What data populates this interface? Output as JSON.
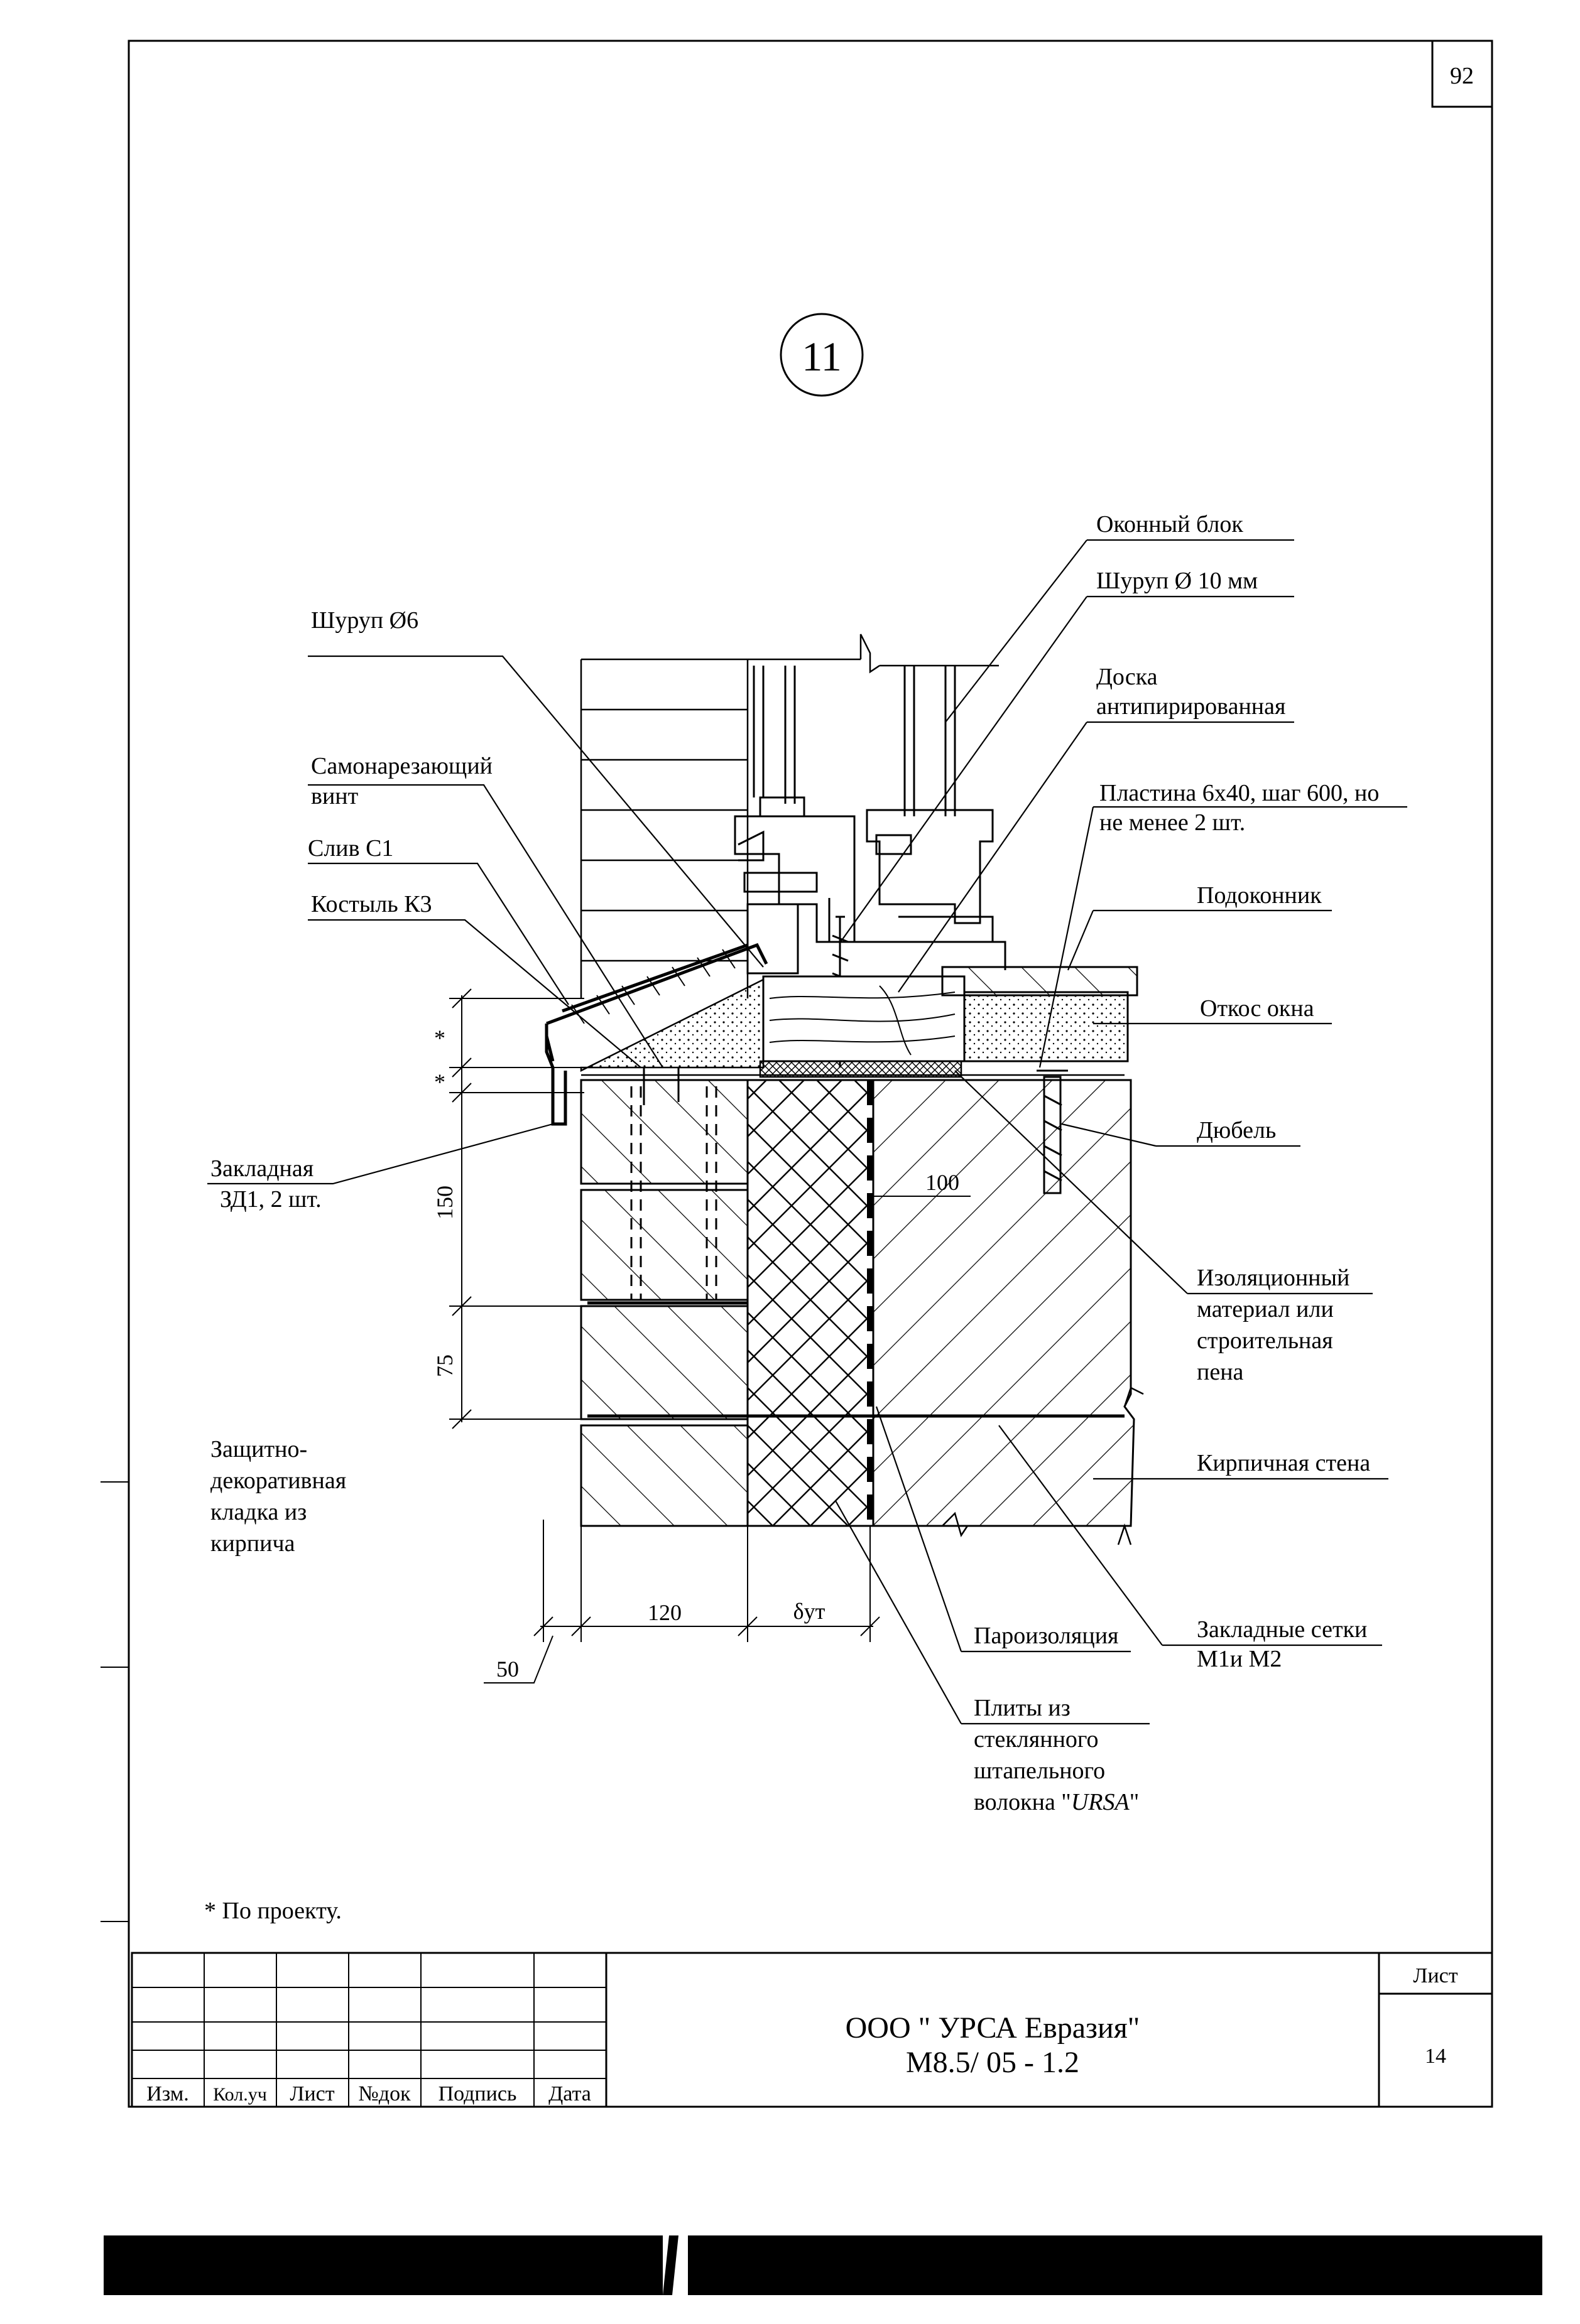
{
  "sheet": {
    "page_number": "92",
    "detail_number": "11",
    "note": "* По проекту."
  },
  "labels": {
    "window_block": "Оконный блок",
    "screw_10": "Шуруп Ø 10 мм",
    "screw_6": "Шуруп Ø6",
    "board_1": "Доска",
    "board_2": "антипирированная",
    "self_tap_1": "Самонарезающий",
    "self_tap_2": "винт",
    "plate_1": "Пластина 6х40, шаг 600, но",
    "plate_2": "не менее 2 шт.",
    "drip": "Слив С1",
    "sill": "Подоконник",
    "crutch": "Костыль К3",
    "reveal": "Откос окна",
    "embed_1": "Закладная",
    "embed_2": "ЗД1, 2 шт.",
    "dowel": "Дюбель",
    "insul_1": "Изоляционный",
    "insul_2": "материал или",
    "insul_3": "строительная",
    "insul_4": "пена",
    "protect_1": "Защитно-",
    "protect_2": "декоративная",
    "protect_3": "кладка из",
    "protect_4": "кирпича",
    "brick_wall": "Кирпичная стена",
    "vapor": "Пароизоляция",
    "mesh_1": "Закладные сетки",
    "mesh_2": "М1и М2",
    "slabs_1": "Плиты из",
    "slabs_2": "стеклянного",
    "slabs_3": "штапельного",
    "slabs_4": "волокна \"",
    "slabs_brand": "URSA",
    "slabs_end": "\""
  },
  "dimensions": {
    "d150": "150",
    "d75": "75",
    "d100": "100",
    "d120": "120",
    "d50": "50",
    "d_ins": "δут",
    "star": "*"
  },
  "title_block": {
    "col_izm": "Изм.",
    "col_kol": "Кол.уч",
    "col_list": "Лист",
    "col_ndok": "№док",
    "col_sign": "Подпись",
    "col_date": "Дата",
    "company": "ООО \" УРСА Евразия\"",
    "doc_code": "М8.5/ 05 - 1.2",
    "sheet_label": "Лист",
    "sheet_no": "14"
  }
}
